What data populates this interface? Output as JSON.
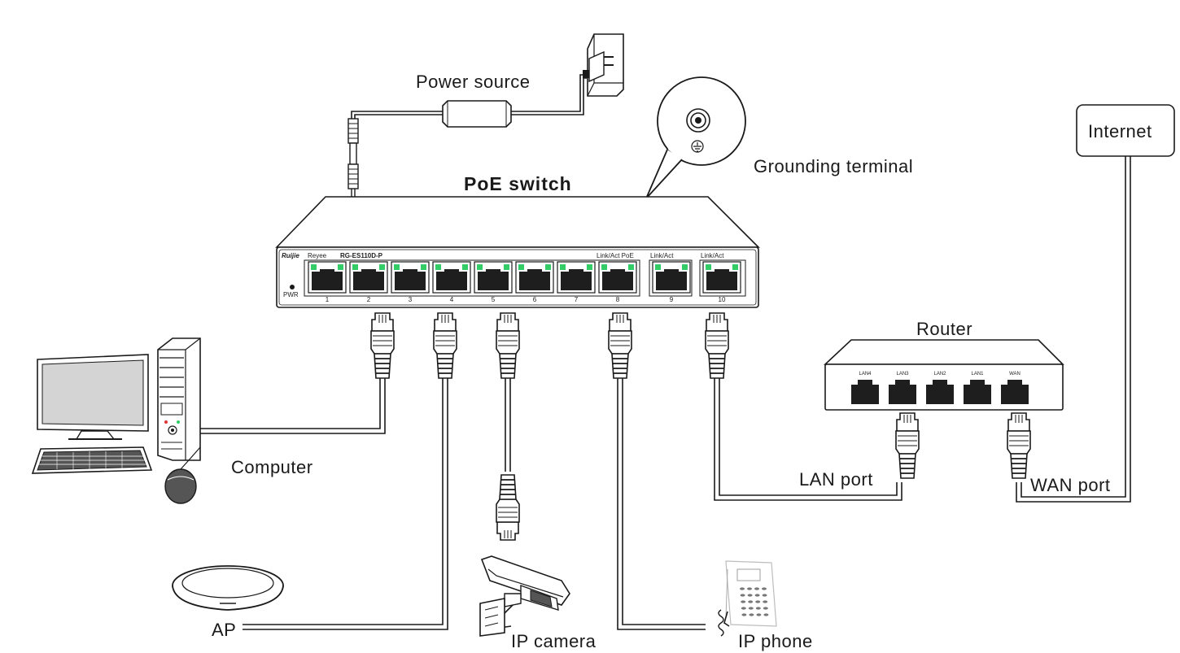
{
  "labels": {
    "power_source": "Power source",
    "poe_switch": "PoE switch",
    "grounding_terminal": "Grounding terminal",
    "internet": "Internet",
    "router": "Router",
    "computer": "Computer",
    "lan_port": "LAN port",
    "wan_port": "WAN port",
    "ap": "AP",
    "ip_camera": "IP camera",
    "ip_phone": "IP phone"
  },
  "switch_panel": {
    "brand": "Ruijie",
    "sub_brand": "Reyee",
    "model": "RG-ES110D-P",
    "pwr": "PWR",
    "group_label_1_8": "Link/Act  PoE",
    "group_label_9": "Link/Act",
    "group_label_10": "Link/Act",
    "port_numbers": [
      "1",
      "2",
      "3",
      "4",
      "5",
      "6",
      "7",
      "8",
      "9",
      "10"
    ]
  },
  "router_panel": {
    "port_labels": [
      "LAN4",
      "LAN3",
      "LAN2",
      "LAN1",
      "WAN"
    ]
  },
  "colors": {
    "led_green": "#33cc66",
    "line": "#1a1a1a",
    "monitor_screen": "#d4d4d4"
  }
}
